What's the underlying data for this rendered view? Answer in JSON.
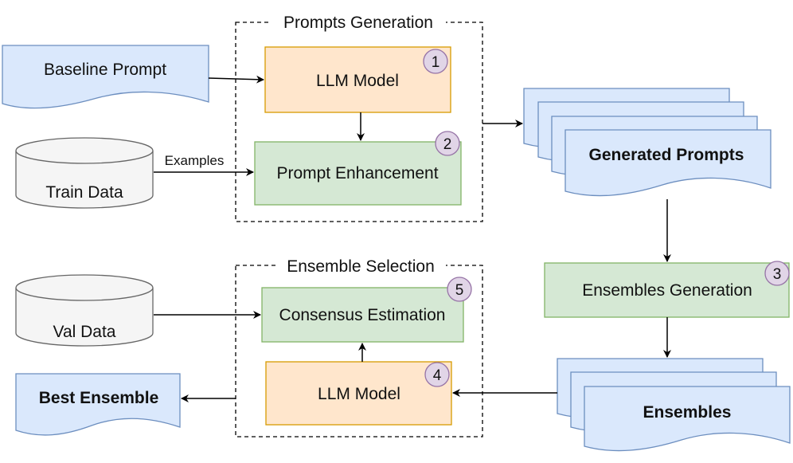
{
  "groups": {
    "prompts_generation": "Prompts Generation",
    "ensemble_selection": "Ensemble Selection"
  },
  "nodes": {
    "baseline_prompt": "Baseline Prompt",
    "train_data": "Train Data",
    "llm_model_top": "LLM Model",
    "prompt_enhancement": "Prompt Enhancement",
    "generated_prompts": "Generated Prompts",
    "ensembles_generation": "Ensembles Generation",
    "ensembles": "Ensembles",
    "val_data": "Val Data",
    "consensus_estimation": "Consensus Estimation",
    "llm_model_bottom": "LLM Model",
    "best_ensemble": "Best Ensemble"
  },
  "edge_labels": {
    "examples": "Examples"
  },
  "badges": {
    "llm_model_top": "1",
    "prompt_enhancement": "2",
    "ensembles_generation": "3",
    "llm_model_bottom": "4",
    "consensus_estimation": "5"
  },
  "colors": {
    "document_fill": "#dae8fc",
    "document_stroke": "#6c8ebf",
    "orange_fill": "#ffe6cc",
    "orange_stroke": "#d79b00",
    "green_fill": "#d5e8d4",
    "green_stroke": "#82b366",
    "badge_fill": "#e1d5e7",
    "badge_stroke": "#9673a6",
    "cylinder_fill": "#f5f5f5",
    "cylinder_stroke": "#666666"
  }
}
